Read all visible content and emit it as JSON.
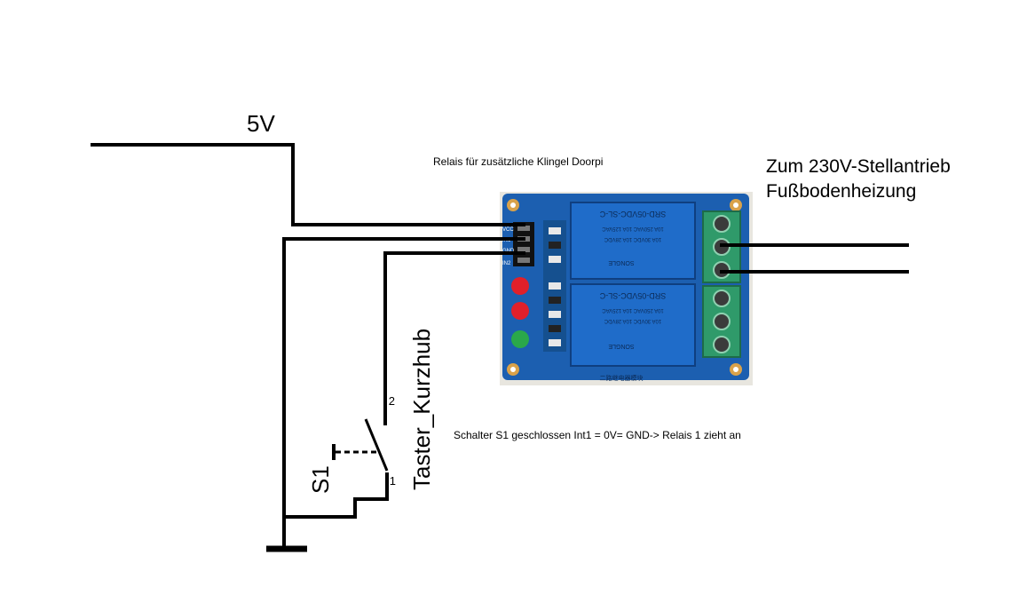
{
  "labels": {
    "supply": "5V",
    "relay_caption": "Relais für zusätzliche Klingel Doorpi",
    "actuator_line1": "Zum 230V-Stellantrieb",
    "actuator_line2": "Fußbodenheizung",
    "switch_name": "S1",
    "switch_type": "Taster_Kurzhub",
    "pin_top": "2",
    "pin_bottom": "1",
    "note": "Schalter S1 geschlossen Int1 = 0V= GND-> Relais 1  zieht an"
  },
  "relay_module": {
    "relay_top_text": "SRD-05VDC-SL-C",
    "relay_bottom_text": "SRD-05VDC-SL-C",
    "relay_brand": "SONGLE",
    "relay_rating_1": "10A 250VAC  10A 125VAC",
    "relay_rating_2": "10A 30VDC  10A 28VDC",
    "pcb_text": "二路继电器模块",
    "pin_label_1": "IN1",
    "pin_label_2": "IN2",
    "pin_label_3": "GND",
    "pin_label_4": "VCC"
  },
  "colors": {
    "wire": "#000000",
    "pcb": "#1c5fb0",
    "relay": "#1f6cc9",
    "terminal": "#2f9a6a",
    "led_red": "#e0202a",
    "led_green": "#2aa84a"
  }
}
